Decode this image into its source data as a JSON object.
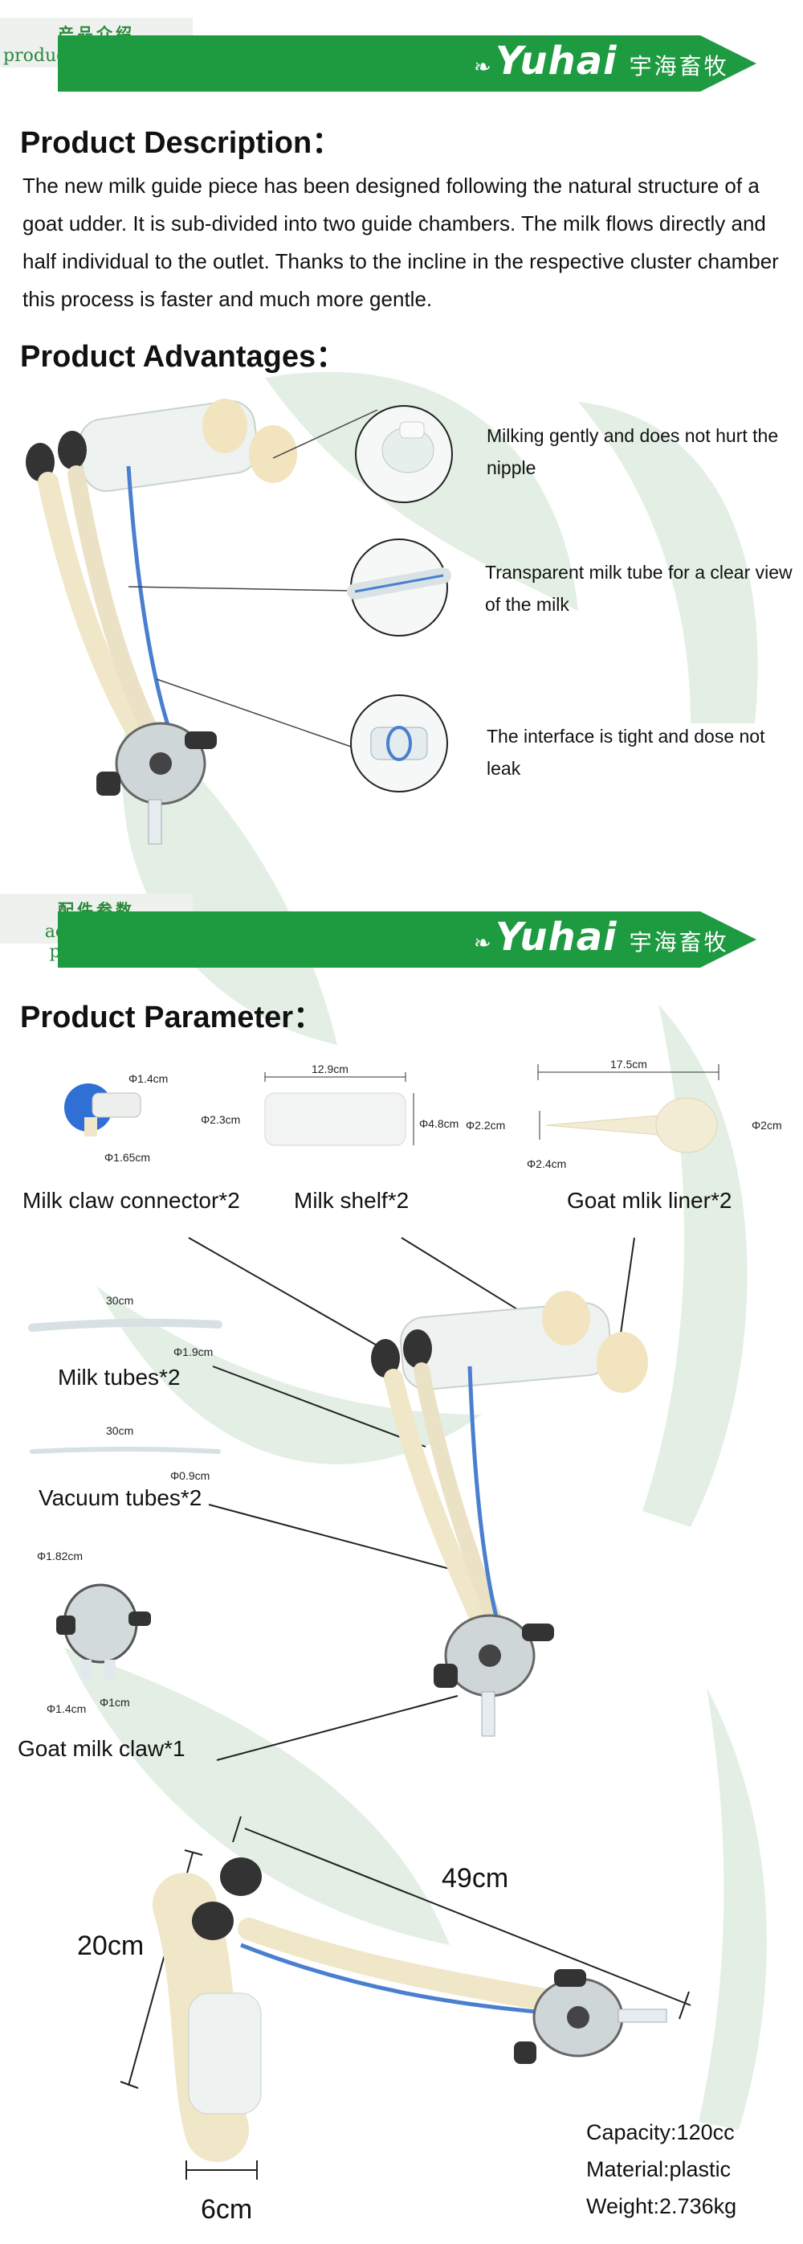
{
  "colors": {
    "brand_green": "#1e9a41",
    "watermark_green": "#e3efe4",
    "tube_blue": "#4a7fd0"
  },
  "banner1": {
    "label_cn": "产品介绍",
    "label_en": "product introduction",
    "logo": "Yuhai",
    "brand_cn": "宇海畜牧"
  },
  "description": {
    "title": "Product Description：",
    "text": "The new milk guide piece has been designed following the natural structure of a goat udder. It is sub-divided into two guide chambers. The milk flows directly and half individual to the outlet. Thanks to the incline in the respective cluster chamber this process is faster and much more gentle."
  },
  "advantages": {
    "title": "Product Advantages：",
    "items": [
      {
        "text": "Milking gently and does not hurt the nipple"
      },
      {
        "text": "Transparent milk tube for a clear view of the milk"
      },
      {
        "text": "The interface is tight and dose not leak"
      }
    ]
  },
  "banner2": {
    "label_cn": "配件参数",
    "label_en": "accessories parameter",
    "logo": "Yuhai",
    "brand_cn": "宇海畜牧"
  },
  "parameter": {
    "title": "Product Parameter：",
    "parts": {
      "connector": {
        "name": "Milk claw connector*2",
        "d1": "Φ1.4cm",
        "d2": "Φ1.65cm"
      },
      "shelf": {
        "name": "Milk shelf*2",
        "len": "12.9cm",
        "d1": "Φ2.3cm",
        "d2": "Φ4.8cm"
      },
      "liner": {
        "name": "Goat mlik liner*2",
        "len": "17.5cm",
        "d1": "Φ2.2cm",
        "d2": "Φ2cm",
        "d3": "Φ2.4cm"
      },
      "milk_tubes": {
        "name": "Milk tubes*2",
        "len": "30cm",
        "d": "Φ1.9cm"
      },
      "vacuum_tubes": {
        "name": "Vacuum tubes*2",
        "len": "30cm",
        "d": "Φ0.9cm"
      },
      "claw": {
        "name": "Goat milk claw*1",
        "d1": "Φ1.82cm",
        "d2": "Φ1.4cm",
        "d3": "Φ1cm"
      }
    }
  },
  "dimensions": {
    "length": "49cm",
    "height": "20cm",
    "width": "6cm",
    "specs": [
      "Capacity:120cc",
      "Material:plastic",
      "Weight:2.736kg"
    ]
  }
}
